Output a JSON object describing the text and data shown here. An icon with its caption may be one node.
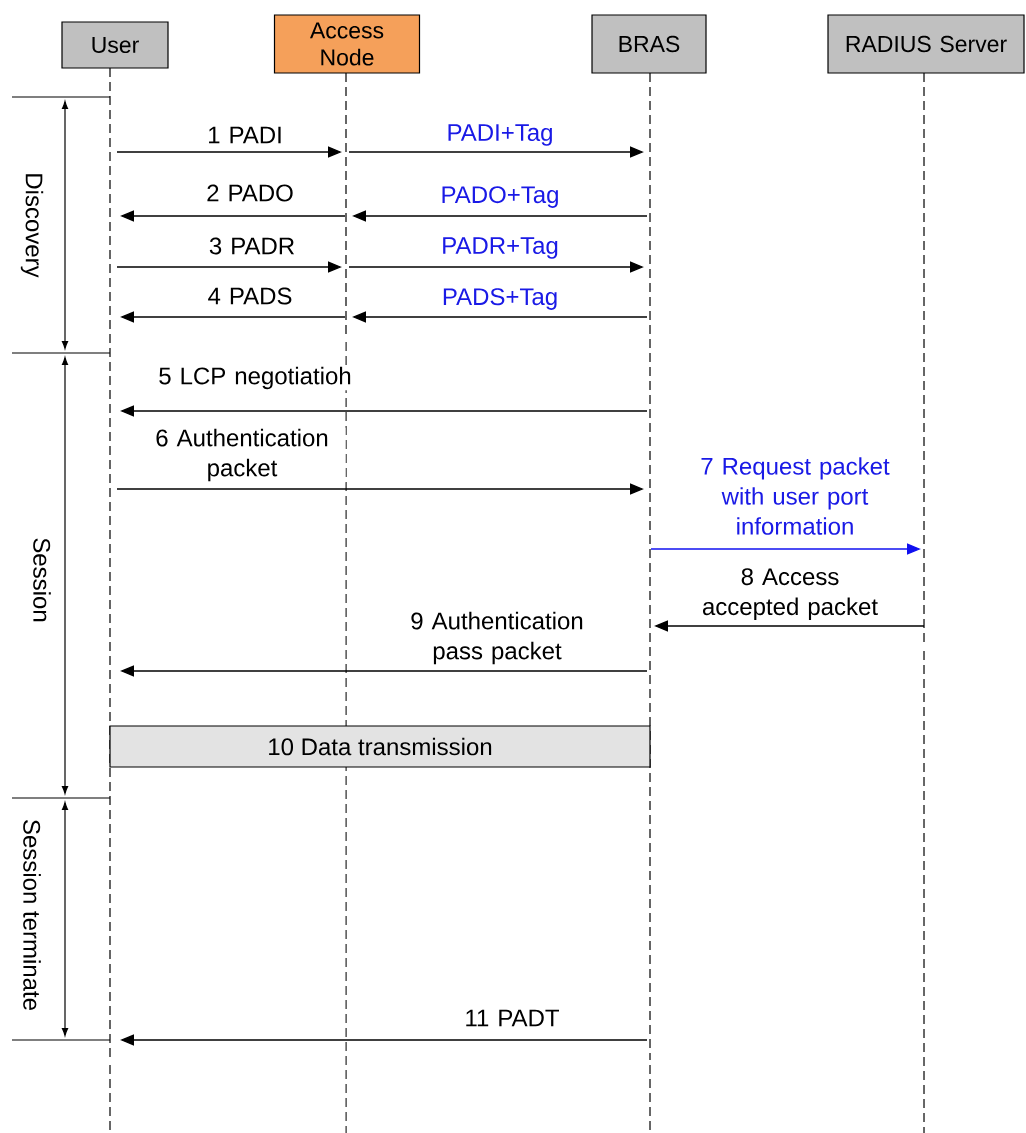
{
  "diagram": {
    "nodes": [
      {
        "text": [
          "User"
        ]
      },
      {
        "text": [
          "Access Node"
        ]
      },
      {
        "text": [
          "BRAS"
        ]
      },
      {
        "text": [
          "RADIUS Server"
        ]
      },
      {
        "text": [
          "10 Data transmission"
        ]
      }
    ],
    "edges": [
      {
        "from": 0,
        "to": 1,
        "arrow": "to",
        "label": "1 PADI"
      },
      {
        "from": 1,
        "to": 2,
        "arrow": "to",
        "label": "PADI+Tag"
      },
      {
        "from": 1,
        "to": 0,
        "arrow": "to",
        "label": "2 PADO"
      },
      {
        "from": 2,
        "to": 1,
        "arrow": "to",
        "label": "PADO+Tag"
      },
      {
        "from": 0,
        "to": 1,
        "arrow": "to",
        "label": "3 PADR"
      },
      {
        "from": 1,
        "to": 2,
        "arrow": "to",
        "label": "PADR+Tag"
      },
      {
        "from": 1,
        "to": 0,
        "arrow": "to",
        "label": "4 PADS"
      },
      {
        "from": 2,
        "to": 1,
        "arrow": "to",
        "label": "PADS+Tag"
      },
      {
        "from": 2,
        "to": 0,
        "arrow": "to",
        "label": "5 LCP negotiatioh"
      },
      {
        "from": 0,
        "to": 2,
        "arrow": "to",
        "label": "6 Authentication packet"
      },
      {
        "from": 2,
        "to": 3,
        "arrow": "to",
        "label": "7 Request packet with user port information",
        "color": "#1010f0"
      },
      {
        "from": 3,
        "to": 2,
        "arrow": "to",
        "label": "8 Access accepted packet"
      },
      {
        "from": 2,
        "to": 0,
        "arrow": "to",
        "label": "9 Authentication pass packet"
      },
      {
        "from": 2,
        "to": 0,
        "arrow": "to",
        "label": "11 PADT"
      }
    ],
    "labels": [
      "Discovery",
      "Session",
      "Session terminate"
    ]
  }
}
